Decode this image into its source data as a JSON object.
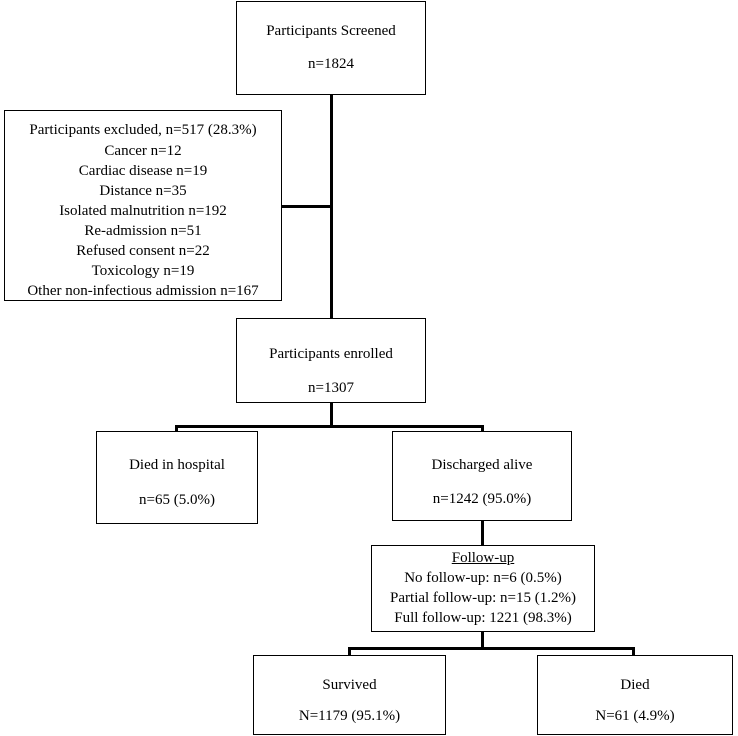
{
  "screened": {
    "title": "Participants Screened",
    "count": "n=1824"
  },
  "excluded": {
    "title": "Participants excluded, n=517 (28.3%)",
    "items": [
      "Cancer n=12",
      "Cardiac disease n=19",
      "Distance n=35",
      "Isolated malnutrition n=192",
      "Re-admission n=51",
      "Refused consent n=22",
      "Toxicology n=19",
      "Other non-infectious admission n=167"
    ]
  },
  "enrolled": {
    "title": "Participants enrolled",
    "count": "n=1307"
  },
  "died_hospital": {
    "title": "Died in hospital",
    "count": "n=65 (5.0%)"
  },
  "discharged": {
    "title": "Discharged alive",
    "count": "n=1242 (95.0%)"
  },
  "followup": {
    "title": "Follow-up",
    "items": [
      "No follow-up: n=6 (0.5%)",
      "Partial follow-up: n=15 (1.2%)",
      "Full follow-up: 1221 (98.3%)"
    ]
  },
  "survived": {
    "title": "Survived",
    "count": "N=1179 (95.1%)"
  },
  "died": {
    "title": "Died",
    "count": "N=61 (4.9%)"
  }
}
